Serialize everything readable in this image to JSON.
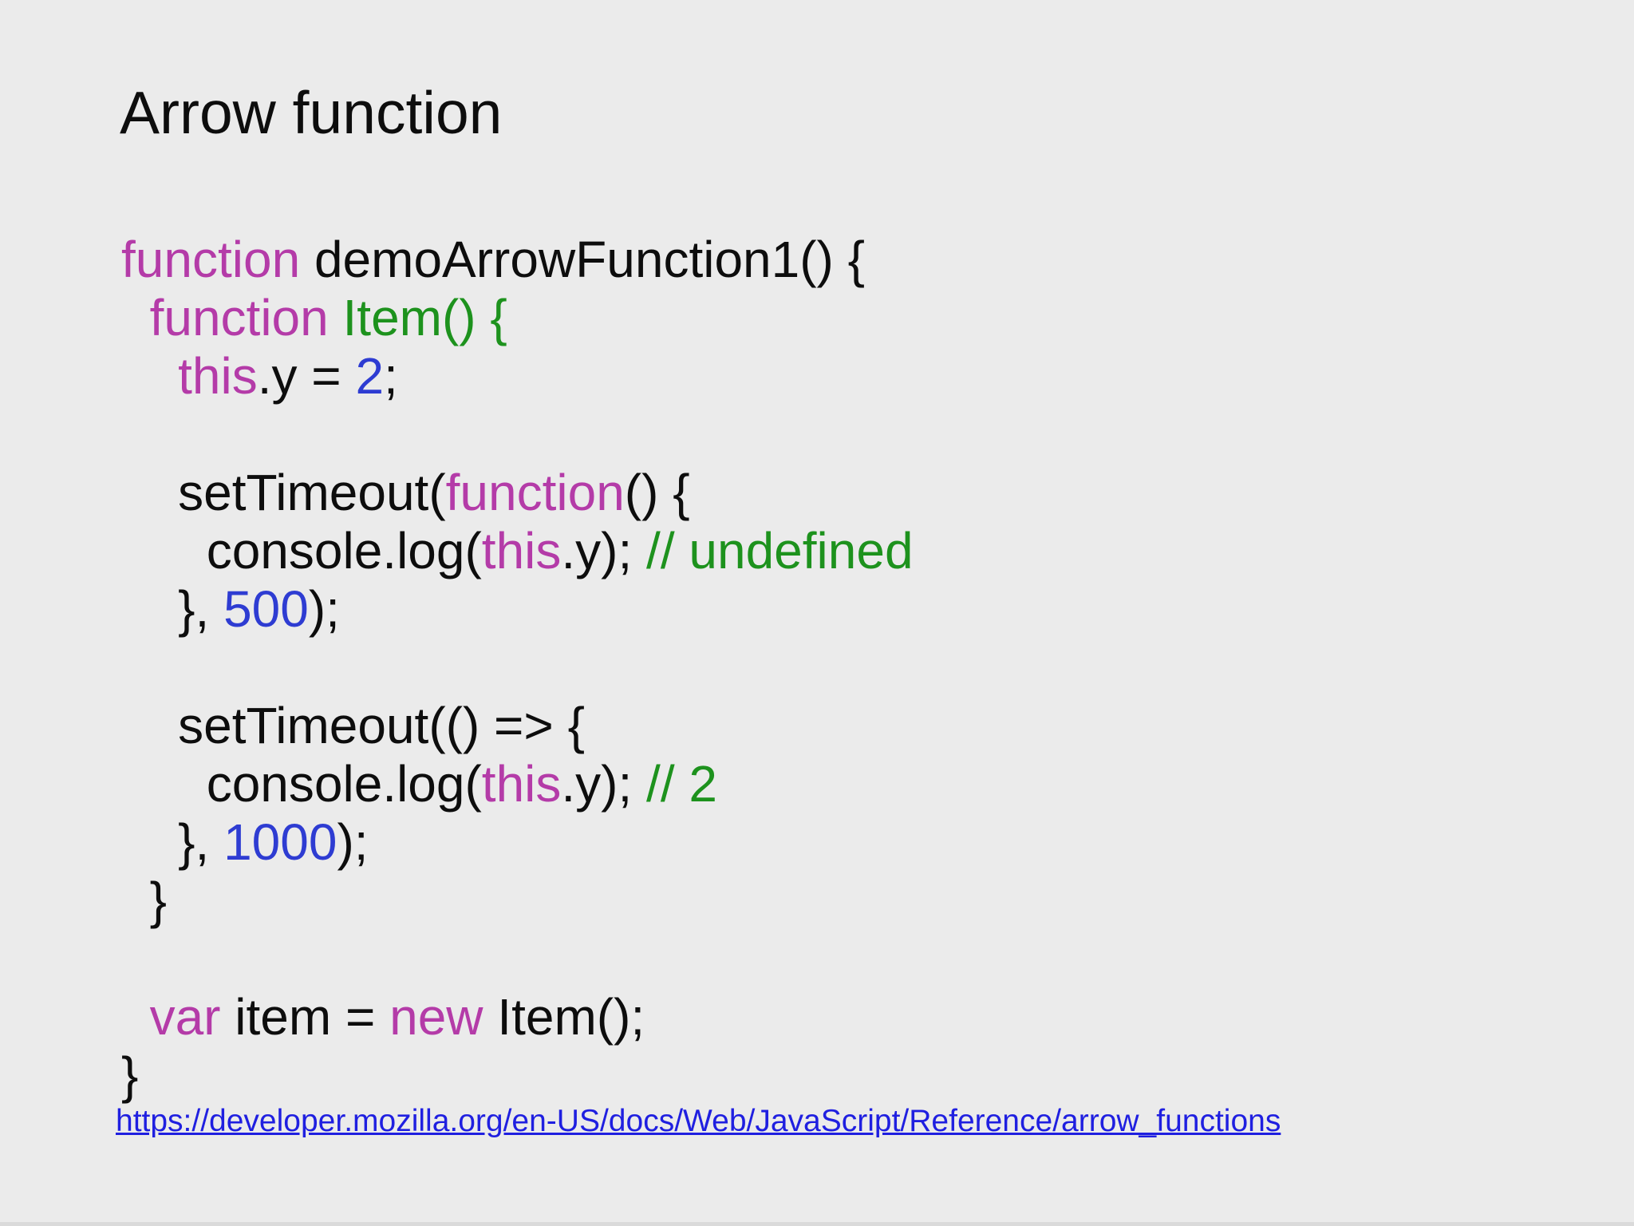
{
  "slide": {
    "title": "Arrow function",
    "background": "#ebebeb",
    "colors": {
      "text": "#0d0d0d",
      "keyword": "#b43ba8",
      "comment": "#1d921d",
      "number": "#2e3cd2",
      "link": "#1f1fe0"
    },
    "code": {
      "lines": [
        [
          {
            "t": "function",
            "c": "keyword"
          },
          {
            "t": " demoArrowFunction1() {",
            "c": "text"
          }
        ],
        [
          {
            "t": "  ",
            "c": "text"
          },
          {
            "t": "function",
            "c": "keyword"
          },
          {
            "t": " ",
            "c": "text"
          },
          {
            "t": "Item() {",
            "c": "comment"
          }
        ],
        [
          {
            "t": "    ",
            "c": "text"
          },
          {
            "t": "this",
            "c": "keyword"
          },
          {
            "t": ".y = ",
            "c": "text"
          },
          {
            "t": "2",
            "c": "number"
          },
          {
            "t": ";",
            "c": "text"
          }
        ],
        [],
        [
          {
            "t": "    setTimeout(",
            "c": "text"
          },
          {
            "t": "function",
            "c": "keyword"
          },
          {
            "t": "() {",
            "c": "text"
          }
        ],
        [
          {
            "t": "      console.log(",
            "c": "text"
          },
          {
            "t": "this",
            "c": "keyword"
          },
          {
            "t": ".y); ",
            "c": "text"
          },
          {
            "t": "// undefined",
            "c": "comment"
          }
        ],
        [
          {
            "t": "    }, ",
            "c": "text"
          },
          {
            "t": "500",
            "c": "number"
          },
          {
            "t": ");",
            "c": "text"
          }
        ],
        [],
        [
          {
            "t": "    setTimeout(() => {",
            "c": "text"
          }
        ],
        [
          {
            "t": "      console.log(",
            "c": "text"
          },
          {
            "t": "this",
            "c": "keyword"
          },
          {
            "t": ".y); ",
            "c": "text"
          },
          {
            "t": "// 2",
            "c": "comment"
          }
        ],
        [
          {
            "t": "    }, ",
            "c": "text"
          },
          {
            "t": "1000",
            "c": "number"
          },
          {
            "t": ");",
            "c": "text"
          }
        ],
        [
          {
            "t": "  }",
            "c": "text"
          }
        ],
        [],
        [
          {
            "t": "  ",
            "c": "text"
          },
          {
            "t": "var",
            "c": "keyword"
          },
          {
            "t": " item = ",
            "c": "text"
          },
          {
            "t": "new",
            "c": "keyword"
          },
          {
            "t": " Item();",
            "c": "text"
          }
        ],
        [
          {
            "t": "}",
            "c": "text"
          }
        ]
      ]
    },
    "link": {
      "text": "https://developer.mozilla.org/en-US/docs/Web/JavaScript/Reference/arrow_functions",
      "href": "https://developer.mozilla.org/en-US/docs/Web/JavaScript/Reference/arrow_functions"
    }
  }
}
